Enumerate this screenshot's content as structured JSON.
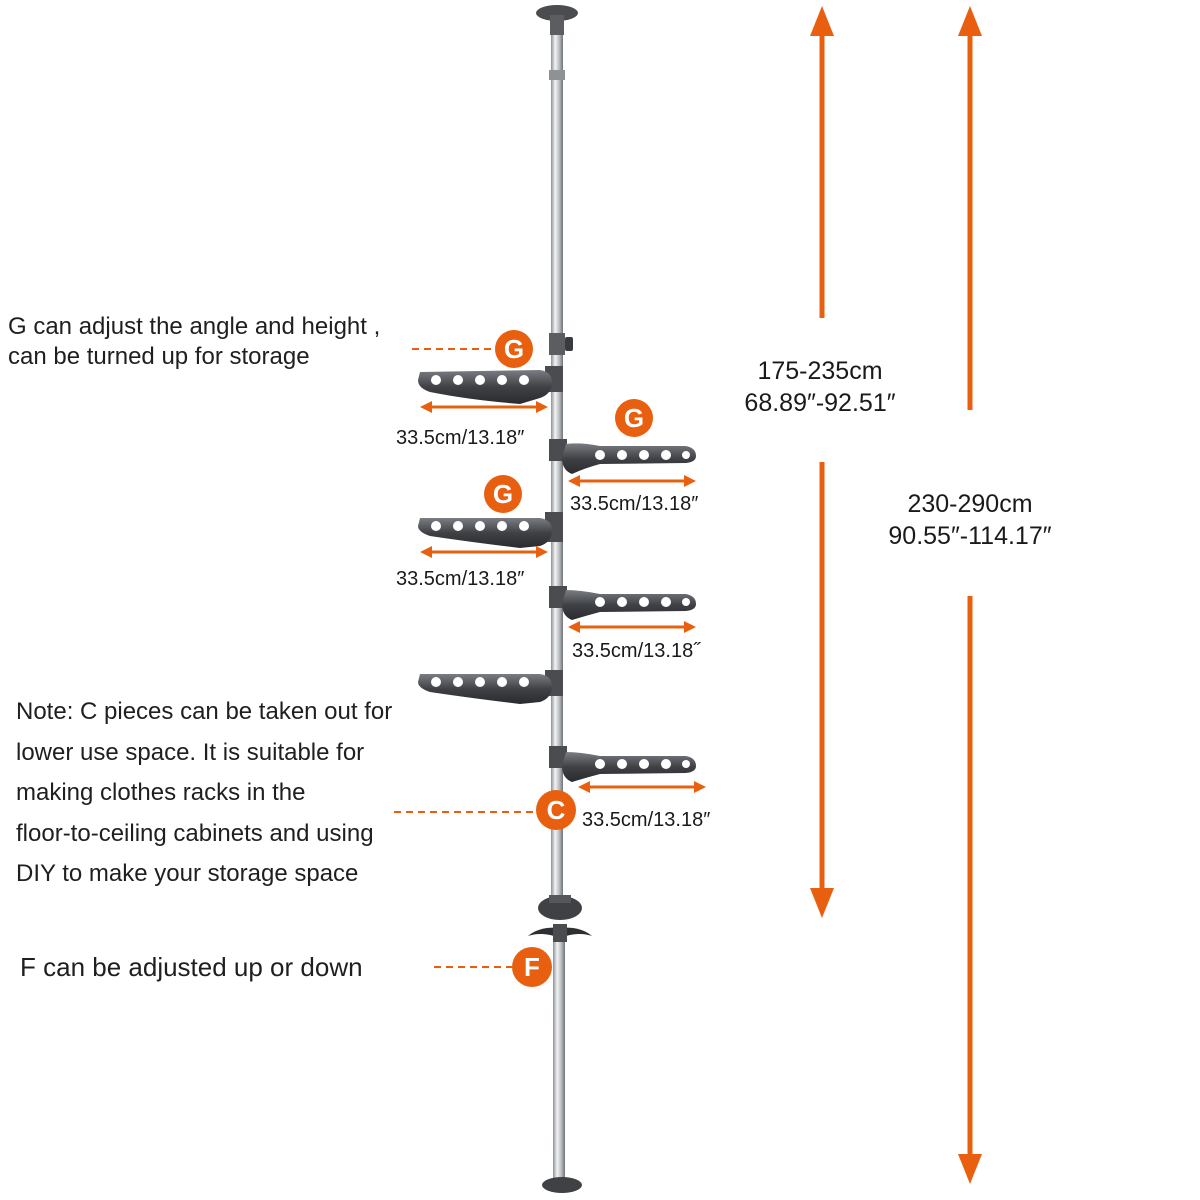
{
  "annotations": {
    "g_note": {
      "line1": "G can adjust the angle and height ,",
      "line2": "can be turned up for storage"
    },
    "c_note": [
      "Note: C pieces can be taken out for",
      "lower use space. It is suitable for",
      "making clothes racks in the",
      "floor-to-ceiling cabinets and using",
      "DIY to make your storage space"
    ],
    "f_note": "F can be adjusted up or down"
  },
  "dimensions": {
    "inner_cm": "175-235cm",
    "inner_in": "68.89″-92.51″",
    "outer_cm": "230-290cm",
    "outer_in": "90.55″-114.17″"
  },
  "arm_width_label": "33.5cm/13.18″",
  "arm_width_label_alt": "33.5cm/13.18˝",
  "badges": {
    "g": "G",
    "c": "C",
    "f": "F"
  },
  "colors": {
    "accent": "#e8600f",
    "pole": "#c9cbcd",
    "arm": "#4a4c50",
    "text": "#1f1f1f"
  }
}
